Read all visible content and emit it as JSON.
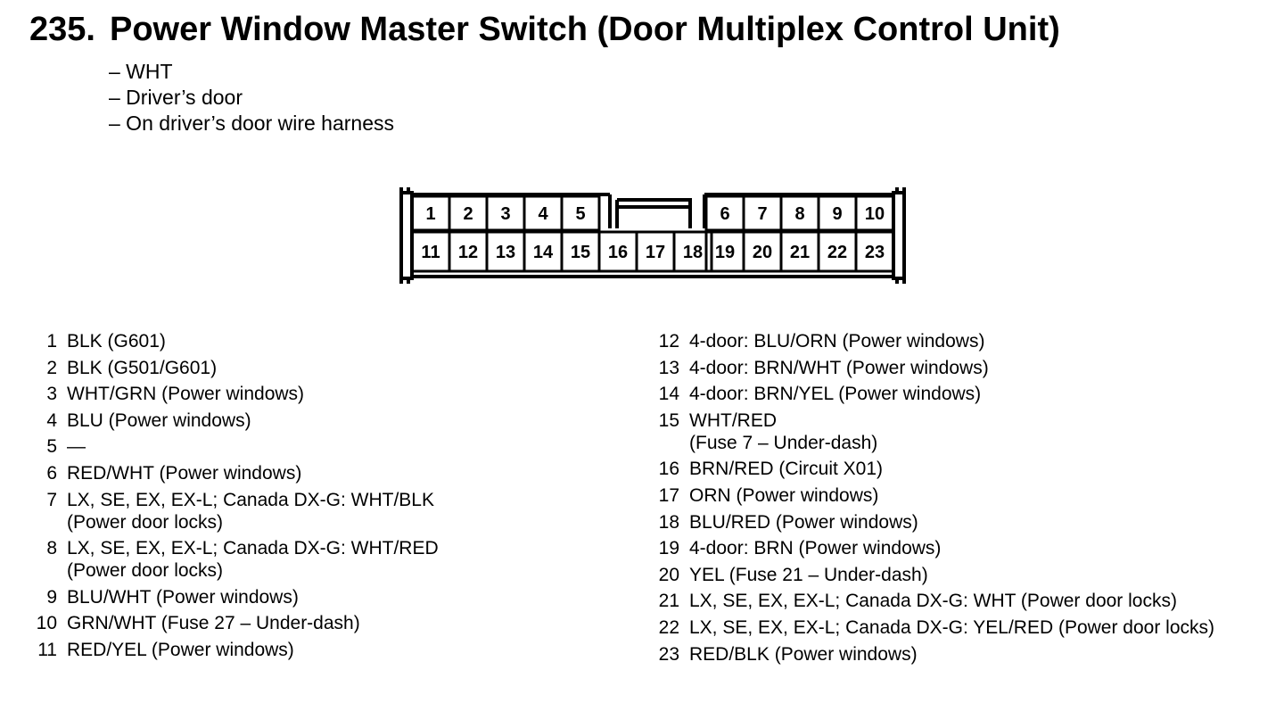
{
  "header": {
    "number": "235.",
    "title": "Power Window Master Switch (Door Multiplex Control Unit)"
  },
  "connector_info": [
    "– WHT",
    "– Driver’s door",
    "– On driver’s door wire harness"
  ],
  "connector": {
    "top_row": [
      "1",
      "2",
      "3",
      "4",
      "5",
      "6",
      "7",
      "8",
      "9",
      "10"
    ],
    "bottom_row": [
      "11",
      "12",
      "13",
      "14",
      "15",
      "16",
      "17",
      "18",
      "19",
      "20",
      "21",
      "22",
      "23"
    ]
  },
  "terminals_left": [
    {
      "num": "1",
      "lines": [
        "BLK (G601)"
      ]
    },
    {
      "num": "2",
      "lines": [
        "BLK (G501/G601)"
      ]
    },
    {
      "num": "3",
      "lines": [
        "WHT/GRN (Power windows)"
      ]
    },
    {
      "num": "4",
      "lines": [
        "BLU (Power windows)"
      ]
    },
    {
      "num": "5",
      "lines": [
        "—"
      ]
    },
    {
      "num": "6",
      "lines": [
        "RED/WHT (Power windows)"
      ]
    },
    {
      "num": "7",
      "lines": [
        "LX, SE, EX, EX-L; Canada DX-G: WHT/BLK",
        "(Power door locks)"
      ]
    },
    {
      "num": "8",
      "lines": [
        "LX, SE, EX, EX-L; Canada DX-G: WHT/RED",
        "(Power door locks)"
      ]
    },
    {
      "num": "9",
      "lines": [
        "BLU/WHT (Power windows)"
      ]
    },
    {
      "num": "10",
      "lines": [
        "GRN/WHT (Fuse 27 – Under-dash)"
      ]
    },
    {
      "num": "11",
      "lines": [
        "RED/YEL (Power windows)"
      ]
    }
  ],
  "terminals_right": [
    {
      "num": "12",
      "lines": [
        "4-door: BLU/ORN (Power windows)"
      ]
    },
    {
      "num": "13",
      "lines": [
        "4-door: BRN/WHT (Power windows)"
      ]
    },
    {
      "num": "14",
      "lines": [
        "4-door: BRN/YEL (Power windows)"
      ]
    },
    {
      "num": "15",
      "lines": [
        "WHT/RED",
        "(Fuse 7 – Under-dash)"
      ]
    },
    {
      "num": "16",
      "lines": [
        "BRN/RED (Circuit X01)"
      ]
    },
    {
      "num": "17",
      "lines": [
        "ORN (Power windows)"
      ]
    },
    {
      "num": "18",
      "lines": [
        "BLU/RED (Power windows)"
      ]
    },
    {
      "num": "19",
      "lines": [
        "4-door: BRN (Power windows)"
      ]
    },
    {
      "num": "20",
      "lines": [
        "YEL (Fuse 21 – Under-dash)"
      ]
    },
    {
      "num": "21",
      "lines": [
        "LX, SE, EX, EX-L; Canada DX-G: WHT (Power door locks)"
      ]
    },
    {
      "num": "22",
      "lines": [
        "LX, SE, EX, EX-L; Canada DX-G: YEL/RED (Power door locks)"
      ]
    },
    {
      "num": "23",
      "lines": [
        "RED/BLK (Power windows)"
      ]
    }
  ]
}
